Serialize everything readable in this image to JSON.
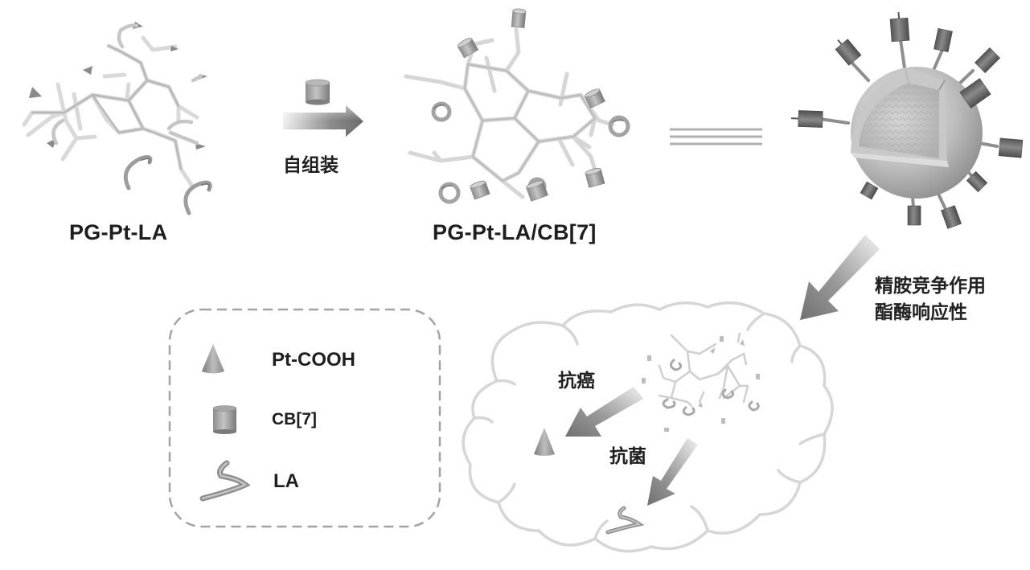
{
  "diagram": {
    "stages": [
      {
        "id": "pg-pt-la",
        "label": "PG-Pt-LA"
      },
      {
        "id": "pg-pt-la-cb7",
        "label": "PG-Pt-LA/CB[7]"
      },
      {
        "id": "nanoparticle",
        "label": ""
      }
    ],
    "arrows": {
      "self_assembly": "自组装",
      "trigger": [
        "精胺竞争作用",
        "酯酶响应性"
      ],
      "anticancer": "抗癌",
      "antibacterial": "抗菌"
    },
    "equivalence_symbol": "≡",
    "legend": {
      "items": [
        {
          "icon": "cone-icon",
          "label": "Pt-COOH"
        },
        {
          "icon": "cylinder-icon",
          "label": "CB[7]"
        },
        {
          "icon": "curved-rod-icon",
          "label": "LA"
        }
      ]
    },
    "colors": {
      "text": "#1e1e1e",
      "stick_light": "#d6d6d6",
      "stick_dark": "#a8a8a8",
      "arrow_dark": "#6e6e6e",
      "arrow_light": "#e4e4e4",
      "cloud_outline": "#d9d9d9",
      "legend_border": "#9a9a9a"
    }
  }
}
